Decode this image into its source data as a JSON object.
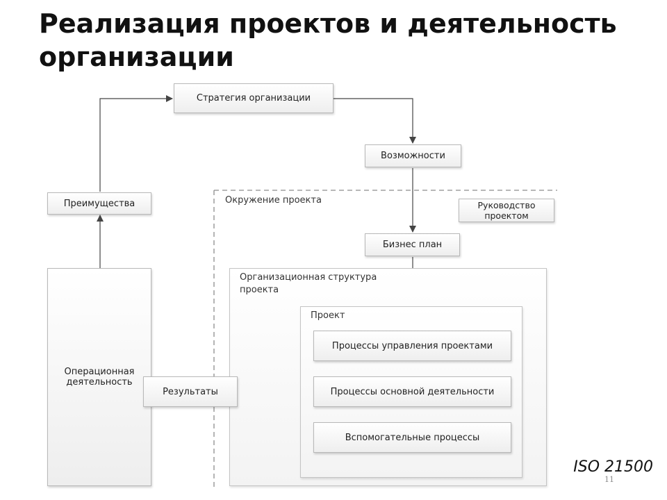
{
  "title": "Реализация проектов и деятельность организации",
  "diagram": {
    "strategy": "Стратегия организации",
    "opportunities": "Возможности",
    "benefits": "Преимущества",
    "project_environment": "Окружение проекта",
    "project_management_label": "Руководство проектом",
    "business_plan": "Бизнес план",
    "org_structure": "Организационная структура проекта",
    "project": "Проект",
    "pm_processes": "Процессы управления проектами",
    "core_processes": "Процессы основной деятельности",
    "support_processes": "Вспомогательные процессы",
    "operations": "Операционная деятельность",
    "results": "Результаты"
  },
  "footer": {
    "standard": "ISO 21500",
    "page_number": "11"
  }
}
